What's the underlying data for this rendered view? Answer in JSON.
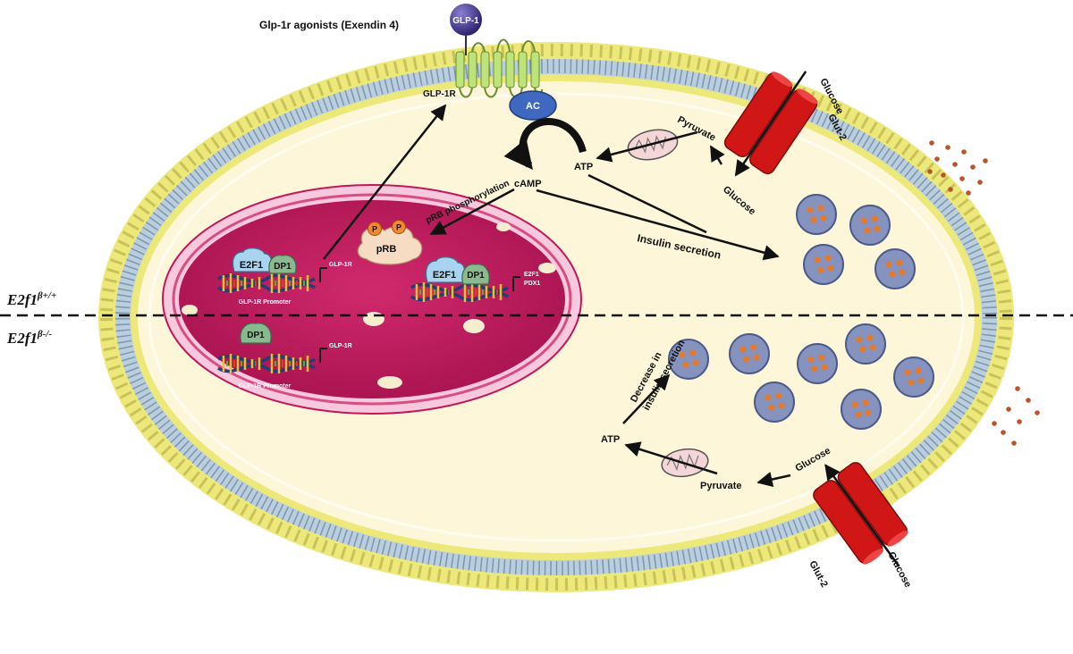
{
  "conditions": {
    "top": {
      "base": "E2f1",
      "sup": "β+/+"
    },
    "bottom": {
      "base": "E2f1",
      "sup": "β-/-"
    }
  },
  "labels": {
    "agonists": "Glp-1r agonists (Exendin 4)",
    "glp1": "GLP-1",
    "glp1r": "GLP-1R",
    "ac": "AC",
    "camp": "cAMP",
    "atp": "ATP",
    "pyruvate": "Pyruvate",
    "glucose": "Glucose",
    "glut2": "Glut-2",
    "insulin_secretion": "Insulin secretion",
    "prb_phos": "pRB phosphorylation",
    "prb": "pRB",
    "p": "P",
    "e2f1": "E2F1",
    "dp1": "DP1",
    "glp1r_promoter": "GLP-1R Promoter",
    "pdx1": "PDX1",
    "decrease_line1": "Decrease in",
    "decrease_line2": "insulin secretion"
  },
  "colors": {
    "membrane_head": "#f1e985",
    "membrane_tail": "#b9cfe0",
    "cytoplasm": "#fdf6d8",
    "nucleus": "#c2185b",
    "nucleus_envelope": "#f8c8dc",
    "channel": "#d11616",
    "ac": "#3f68c0",
    "glp1": "#4a3d8f",
    "vesicle": "#8593be",
    "granule": "#e57a2d"
  }
}
